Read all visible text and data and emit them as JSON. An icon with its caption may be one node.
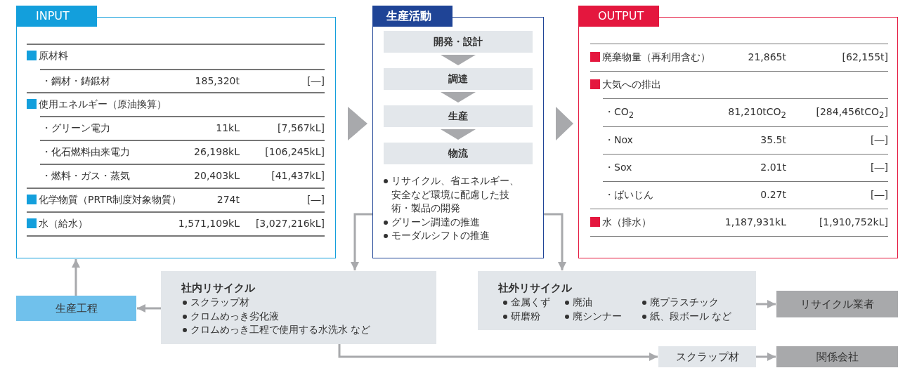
{
  "diagram": {
    "nodes": [
      {
        "text": [
          "INPUT"
        ]
      },
      {
        "text": [
          "生産活動",
          "リサイクル、省エネルギー、安全など環境に配慮した技術・製品の開発",
          "グリーン調達の推進",
          "モーダルシフトの推進"
        ]
      },
      {
        "text": [
          "開発・設計"
        ],
        "in": 1
      },
      {
        "text": [
          "調達"
        ],
        "in": 1
      },
      {
        "text": [
          "生産"
        ],
        "in": 1
      },
      {
        "text": [
          "物流"
        ],
        "in": 1
      },
      {
        "text": [
          "OUTPUT"
        ]
      },
      {
        "text": [
          "生産工程"
        ]
      },
      {
        "text": [
          "社内リサイクル",
          "スクラップ材",
          "クロムめっき劣化液",
          "クロムめっき工程で使用する水洗水 など"
        ]
      },
      {
        "text": [
          "社外リサイクル",
          "金属くず",
          "廃油",
          "廃プラスチック",
          "研磨粉",
          "廃シンナー",
          "紙、段ボール など"
        ]
      },
      {
        "text": [
          "リサイクル業者"
        ]
      },
      {
        "text": [
          "スクラップ材"
        ]
      },
      {
        "text": [
          "関係会社"
        ]
      }
    ],
    "edges": [
      {
        "from": 0,
        "to": 1,
        "arrow": "to"
      },
      {
        "from": 1,
        "to": 6,
        "arrow": "to"
      },
      {
        "from": 2,
        "to": 3,
        "arrow": "to"
      },
      {
        "from": 3,
        "to": 4,
        "arrow": "to"
      },
      {
        "from": 4,
        "to": 5,
        "arrow": "to"
      },
      {
        "from": 1,
        "to": 8,
        "arrow": "to"
      },
      {
        "from": 1,
        "to": 9,
        "arrow": "to"
      },
      {
        "from": 8,
        "to": 7,
        "arrow": "to"
      },
      {
        "from": 7,
        "to": 0,
        "arrow": "to"
      },
      {
        "from": 8,
        "to": 11,
        "arrow": "to"
      },
      {
        "from": 9,
        "to": 10,
        "arrow": "to"
      },
      {
        "from": 11,
        "to": 12,
        "arrow": "to"
      }
    ],
    "labels": [
      "原材料",
      "・鋼材・鋳鍛材",
      "185,320t",
      "[―]",
      "使用エネルギー（原油換算）",
      "・グリーン電力",
      "11kL",
      "[7,567kL]",
      "・化石燃料由来電力",
      "26,198kL",
      "[106,245kL]",
      "・燃料・ガス・蒸気",
      "20,403kL",
      "[41,437kL]",
      "化学物質（PRTR制度対象物質）",
      "274t",
      "[―]",
      "水（給水）",
      "1,571,109kL",
      "[3,027,216kL]",
      "廃棄物量（再利用含む）",
      "21,865t",
      "[62,155t]",
      "大気への排出",
      "・CO$_{2}$",
      "81,210tCO$_{2}$",
      "[284,456tCO$_{2}$]",
      "・Nox",
      "35.5t",
      "[―]",
      "・Sox",
      "2.01t",
      "[―]",
      "・ばいじん",
      "0.27t",
      "[―]",
      "水（排水）",
      "1,187,931kL",
      "[1,910,752kL]"
    ]
  }
}
